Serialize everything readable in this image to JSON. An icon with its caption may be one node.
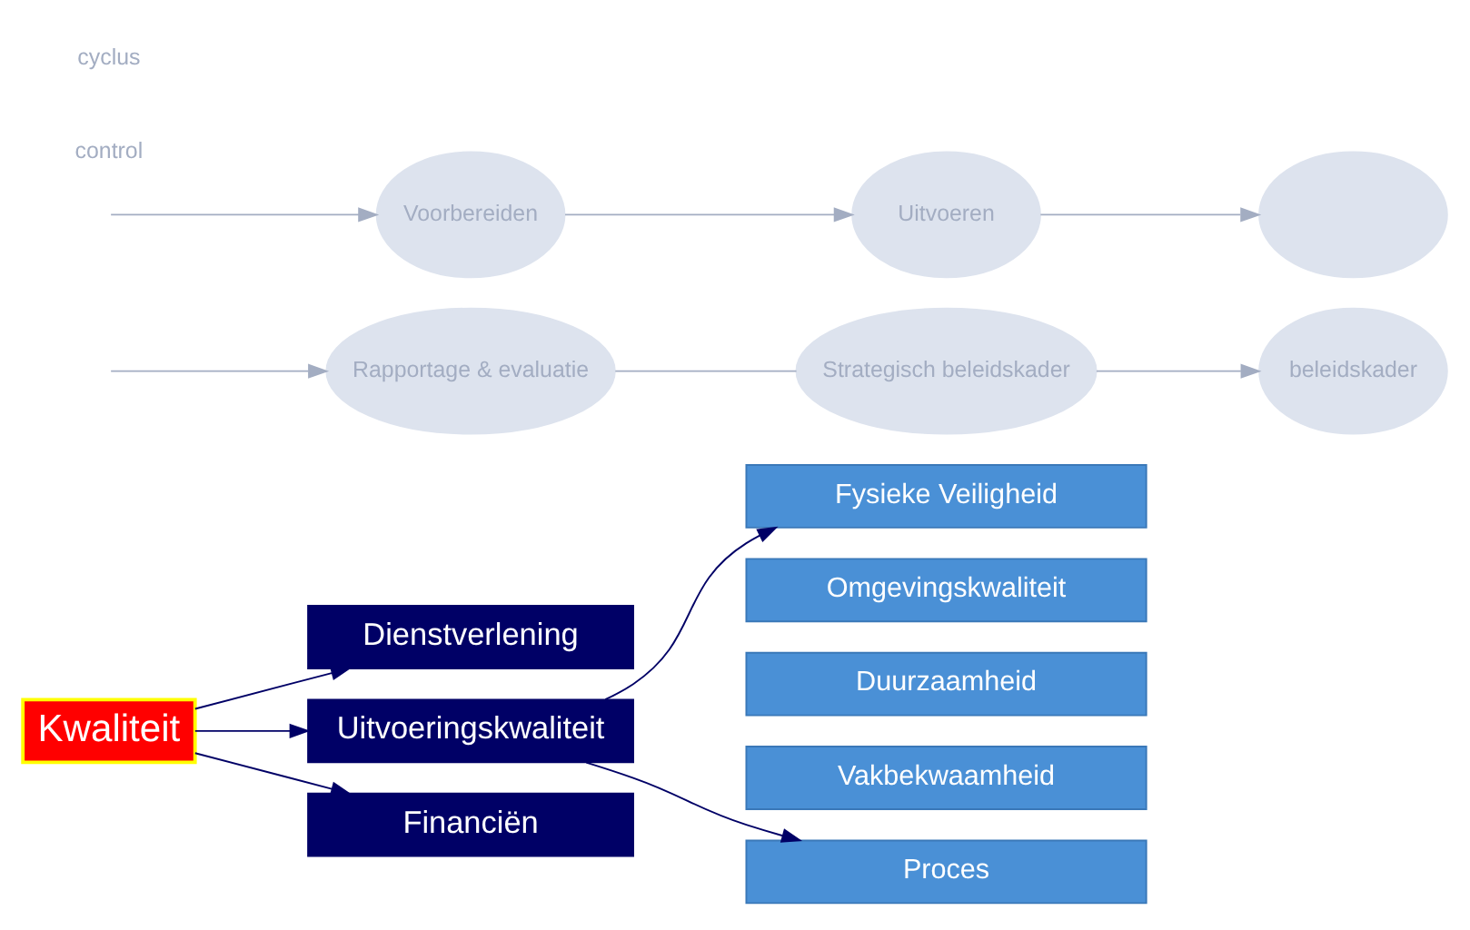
{
  "diagram": {
    "nodes": [
      {
        "text": [
          "Kwaliteit"
        ]
      },
      {
        "text": [
          "Dienstverlening"
        ]
      },
      {
        "text": [
          "Uitvoeringskwaliteit"
        ]
      },
      {
        "text": [
          "Financiën"
        ]
      },
      {
        "text": [
          "Fysieke Veiligheid"
        ]
      },
      {
        "text": [
          "Omgevingskwaliteit"
        ]
      },
      {
        "text": [
          "Duurzaamheid"
        ]
      },
      {
        "text": [
          "Vakbekwaamheid"
        ]
      },
      {
        "text": [
          "Proces"
        ]
      },
      {
        "text": [
          "Strategisch beleidskader"
        ]
      },
      {
        "text": [
          "Rapportage & evaluatie"
        ]
      },
      {
        "text": [
          "beleidskader"
        ]
      },
      {
        "text": [
          "Voorbereiden"
        ]
      },
      {
        "text": [
          "Uitvoeren"
        ]
      },
      {
        "text": [],
        "shape": "ellipse"
      }
    ],
    "edges": [
      {
        "from": 0,
        "to": 1,
        "arrow": "to",
        "color": "#000066"
      },
      {
        "from": 0,
        "to": 2,
        "arrow": "to",
        "color": "#000066"
      },
      {
        "from": 0,
        "to": 3,
        "arrow": "to",
        "color": "#000066"
      },
      {
        "from": 2,
        "to": 4,
        "arrow": "to",
        "color": "#000066"
      },
      {
        "from": 2,
        "to": 8,
        "arrow": "to",
        "color": "#000066"
      },
      {
        "from": 9,
        "to": 11,
        "arrow": "to",
        "color": "#a3adc2"
      },
      {
        "from": 10,
        "to": 9,
        "arrow": "none",
        "color": "#a3adc2"
      },
      {
        "from": null,
        "to": 10,
        "arrow": "to",
        "color": "#a3adc2"
      },
      {
        "from": null,
        "to": 12,
        "arrow": "to",
        "color": "#a3adc2"
      },
      {
        "from": 12,
        "to": 13,
        "arrow": "to",
        "color": "#a3adc2"
      },
      {
        "from": 13,
        "to": 14,
        "arrow": "to",
        "color": "#a3adc2"
      }
    ],
    "labels": [
      "control",
      "cyclus"
    ]
  }
}
